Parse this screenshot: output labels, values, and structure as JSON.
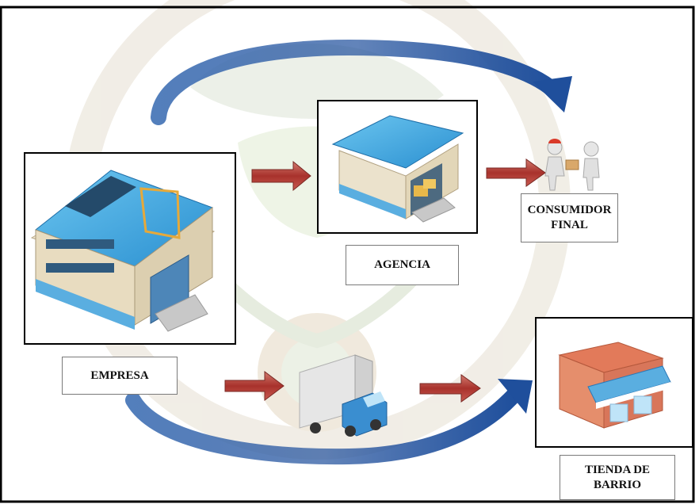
{
  "diagram": {
    "labels": {
      "empresa": "EMPRESA",
      "agencia": "AGENCIA",
      "consumidor_line1": "CONSUMIDOR",
      "consumidor_line2": "FINAL",
      "tienda_line1": "TIENDA DE",
      "tienda_line2": "BARRIO"
    },
    "colors": {
      "frame": "#000000",
      "curve_arrow": "#1f4f9c",
      "red_arrow": "#b8403a",
      "watermark": "#c9a57a"
    },
    "icons": [
      "warehouse-icon",
      "agency-building-icon",
      "delivery-people-icon",
      "truck-icon",
      "store-icon",
      "university-seal-watermark"
    ]
  }
}
